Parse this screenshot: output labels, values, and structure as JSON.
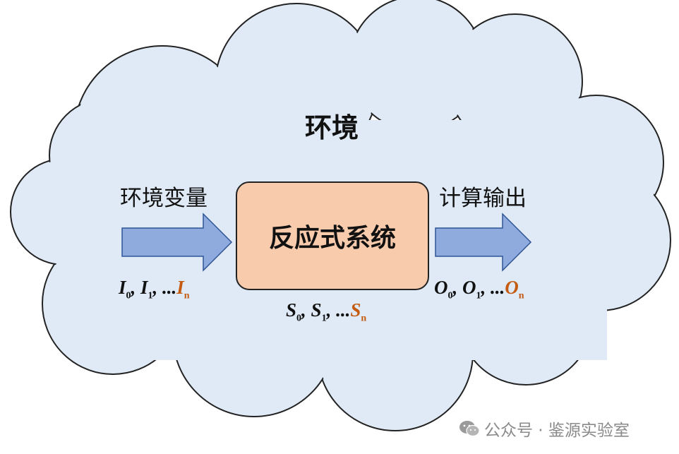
{
  "environment": {
    "title": "环境",
    "cloud_fill": "#dfeaf6",
    "cloud_stroke": "#222222"
  },
  "input": {
    "label": "环境变量",
    "sequence": {
      "first": "I",
      "second": "I",
      "last": "I",
      "sub0": "0",
      "sub1": "1",
      "subn": "n",
      "ellipsis": "..."
    }
  },
  "system": {
    "label": "反应式系统",
    "fill": "#f8cbad",
    "sequence": {
      "first": "S",
      "second": "S",
      "last": "S",
      "sub0": "0",
      "sub1": "1",
      "subn": "n",
      "ellipsis": "..."
    }
  },
  "output": {
    "label": "计算输出",
    "sequence": {
      "first": "O",
      "second": "O",
      "last": "O",
      "sub0": "0",
      "sub1": "1",
      "subn": "n",
      "ellipsis": "..."
    }
  },
  "colors": {
    "arrow_fill": "#8faadc",
    "arrow_stroke": "#2f5597",
    "highlight": "#c55a11"
  },
  "watermark": {
    "text": "公众号 · 鉴源实验室",
    "icon": "wechat-icon"
  }
}
